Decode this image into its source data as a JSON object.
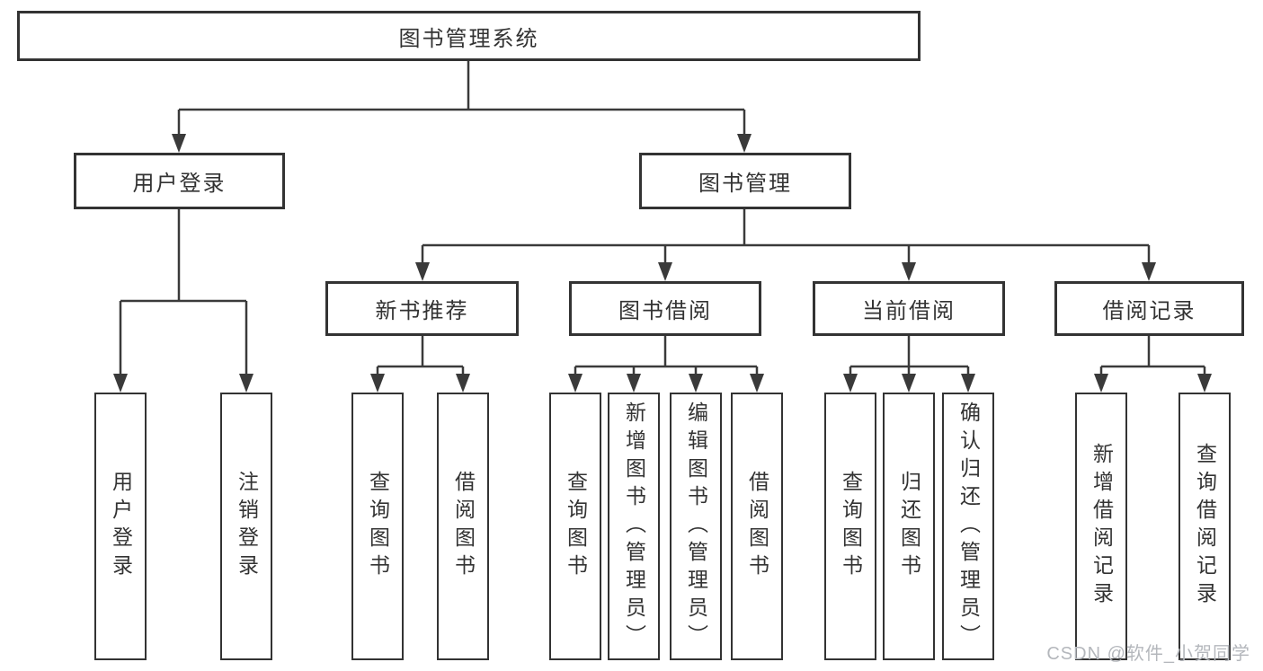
{
  "diagram": {
    "root": {
      "label": "图书管理系统"
    },
    "level2": {
      "user_login": {
        "label": "用户登录"
      },
      "book_mgmt": {
        "label": "图书管理"
      }
    },
    "level3": {
      "new_book_rec": {
        "label": "新书推荐"
      },
      "book_borrow": {
        "label": "图书借阅"
      },
      "current_borrow": {
        "label": "当前借阅"
      },
      "borrow_records": {
        "label": "借阅记录"
      }
    },
    "leaves": {
      "user_login": {
        "label": "用户登录"
      },
      "logout": {
        "label": "注销登录"
      },
      "query_book_rec": {
        "label": "查询图书"
      },
      "borrow_book_rec": {
        "label": "借阅图书"
      },
      "query_book_borrow": {
        "label": "查询图书"
      },
      "add_book": {
        "label": "新增图书（管理员）"
      },
      "edit_book": {
        "label": "编辑图书（管理员）"
      },
      "borrow_book": {
        "label": "借阅图书"
      },
      "query_book_current": {
        "label": "查询图书"
      },
      "return_book": {
        "label": "归还图书"
      },
      "confirm_return": {
        "label": "确认归还（管理员）"
      },
      "add_borrow_record": {
        "label": "新增借阅记录"
      },
      "query_borrow_record": {
        "label": "查询借阅记录"
      }
    },
    "watermark": "CSDN @软件_小贺同学",
    "colors": {
      "line": "#3a3a3a",
      "border": "#333333",
      "fill": "#ffffff",
      "text": "#333333",
      "watermark": "#b4b7bc"
    }
  }
}
